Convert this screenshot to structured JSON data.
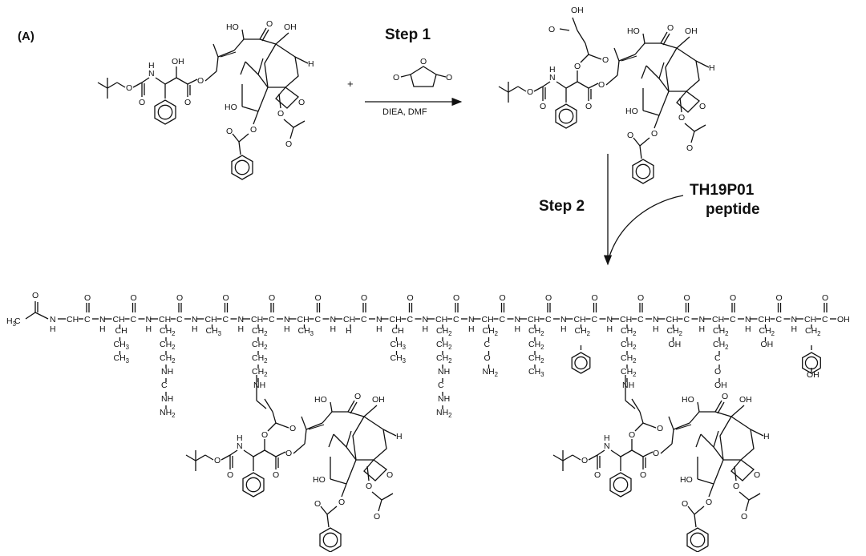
{
  "figure": {
    "panel_label": "(A)",
    "step1": {
      "label": "Step 1",
      "reagent": "DIEA, DMF",
      "plus": "+"
    },
    "step2": {
      "label": "Step 2",
      "peptide_line1": "TH19P01",
      "peptide_line2": "peptide"
    }
  },
  "molecule": {
    "OH": "OH",
    "HO": "HO",
    "H": "H",
    "O": "O",
    "N": "N",
    "HN": "HN",
    "NH": "NH",
    "NH2": "NH2",
    "NH_eq": "NH",
    "CH3": "CH3",
    "CH2": "CH2",
    "C": "C",
    "O_dbl": "O"
  },
  "peptide": {
    "acetyl_H3C": "H3C",
    "residues": [
      {
        "side": []
      },
      {
        "side": [
          "CH",
          "CH3",
          "CH3"
        ]
      },
      {
        "side": [
          "CH2",
          "CH2",
          "CH2",
          "NH",
          "C",
          "NH",
          "NH2"
        ]
      },
      {
        "side": [
          "CH3"
        ]
      },
      {
        "side": [
          "CH2",
          "CH2",
          "CH2",
          "CH2",
          "NH"
        ]
      },
      {
        "side": [
          "CH3"
        ]
      },
      {
        "side": [
          "H"
        ]
      },
      {
        "side": [
          "CH",
          "CH3",
          "CH3"
        ]
      },
      {
        "side": [
          "CH2",
          "CH2",
          "CH2",
          "NH",
          "C",
          "NH",
          "NH2"
        ]
      },
      {
        "side": [
          "CH2",
          "C",
          "O",
          "NH2"
        ]
      },
      {
        "side": [
          "CH2",
          "CH2",
          "CH2",
          "CH3"
        ]
      },
      {
        "side": [
          "CH2",
          "phenyl"
        ]
      },
      {
        "side": [
          "CH2",
          "CH2",
          "CH2",
          "CH2",
          "NH"
        ]
      },
      {
        "side": [
          "CH2",
          "OH"
        ]
      },
      {
        "side": [
          "CH2",
          "CH2",
          "C",
          "O",
          "OH"
        ]
      },
      {
        "side": [
          "CH2",
          "OH"
        ]
      },
      {
        "side": [
          "CH2",
          "phenol",
          "OH"
        ]
      }
    ],
    "terminal": "OH"
  },
  "colors": {
    "ink": "#111111",
    "background": "#ffffff"
  }
}
